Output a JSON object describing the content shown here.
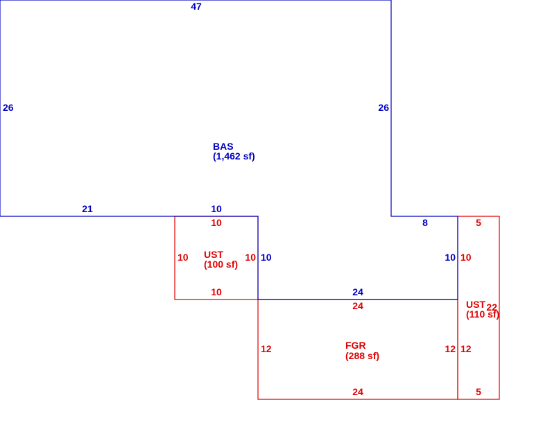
{
  "colors": {
    "blue": "#0000c0",
    "red": "#e00000"
  },
  "areas": {
    "bas": {
      "code": "BAS",
      "area": "(1,462 sf)"
    },
    "ust_left": {
      "code": "UST",
      "area": "(100 sf)"
    },
    "fgr": {
      "code": "FGR",
      "area": "(288 sf)"
    },
    "ust_right": {
      "code": "UST",
      "area": "(110 sf)"
    }
  },
  "dimensions": {
    "bas_top": "47",
    "bas_left": "26",
    "bas_right": "26",
    "bas_bottom_left": "21",
    "bas_bottom_mid": "10",
    "bas_step_right": "8",
    "bas_inner_left": "10",
    "bas_inner_right": "10",
    "bas_inner_bottom": "24",
    "ust_left_top": "10",
    "ust_left_left": "10",
    "ust_left_right": "10",
    "ust_left_bottom": "10",
    "fgr_top": "24",
    "fgr_left": "12",
    "fgr_right": "12",
    "fgr_bottom": "24",
    "ust_right_top": "5",
    "ust_right_left_upper": "10",
    "ust_right_left_lower": "12",
    "ust_right_right": "22",
    "ust_right_bottom": "5"
  }
}
